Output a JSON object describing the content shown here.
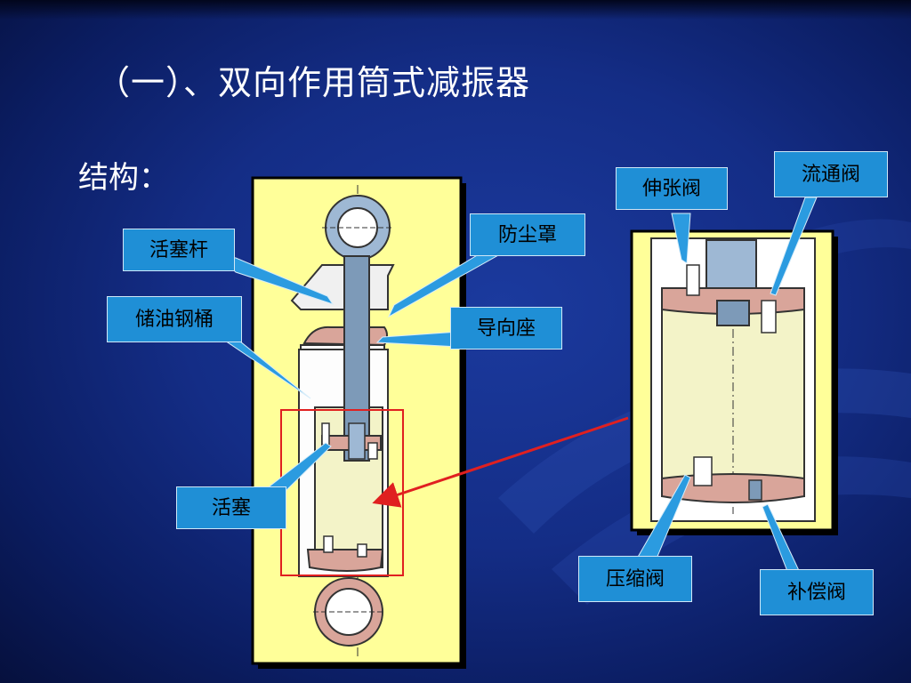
{
  "slide": {
    "title": "（一）、双向作用筒式减振器",
    "subtitle": "结构："
  },
  "labels": {
    "piston_rod": "活塞杆",
    "dust_cover": "防尘罩",
    "reservoir_tube": "储油钢桶",
    "guide_seat": "导向座",
    "piston": "活塞",
    "rebound_valve": "伸张阀",
    "flow_valve": "流通阀",
    "compression_valve": "压缩阀",
    "compensation_valve": "补偿阀"
  },
  "colors": {
    "background": "#142d86",
    "panel_fill": "#ffff99",
    "callout_fill": "#1f8fd6",
    "highlight_frame": "#e02020",
    "inner_fluid": "#f3f3c8",
    "rubber_parts": "#d9a59a",
    "rod": "#7d9ab8"
  }
}
